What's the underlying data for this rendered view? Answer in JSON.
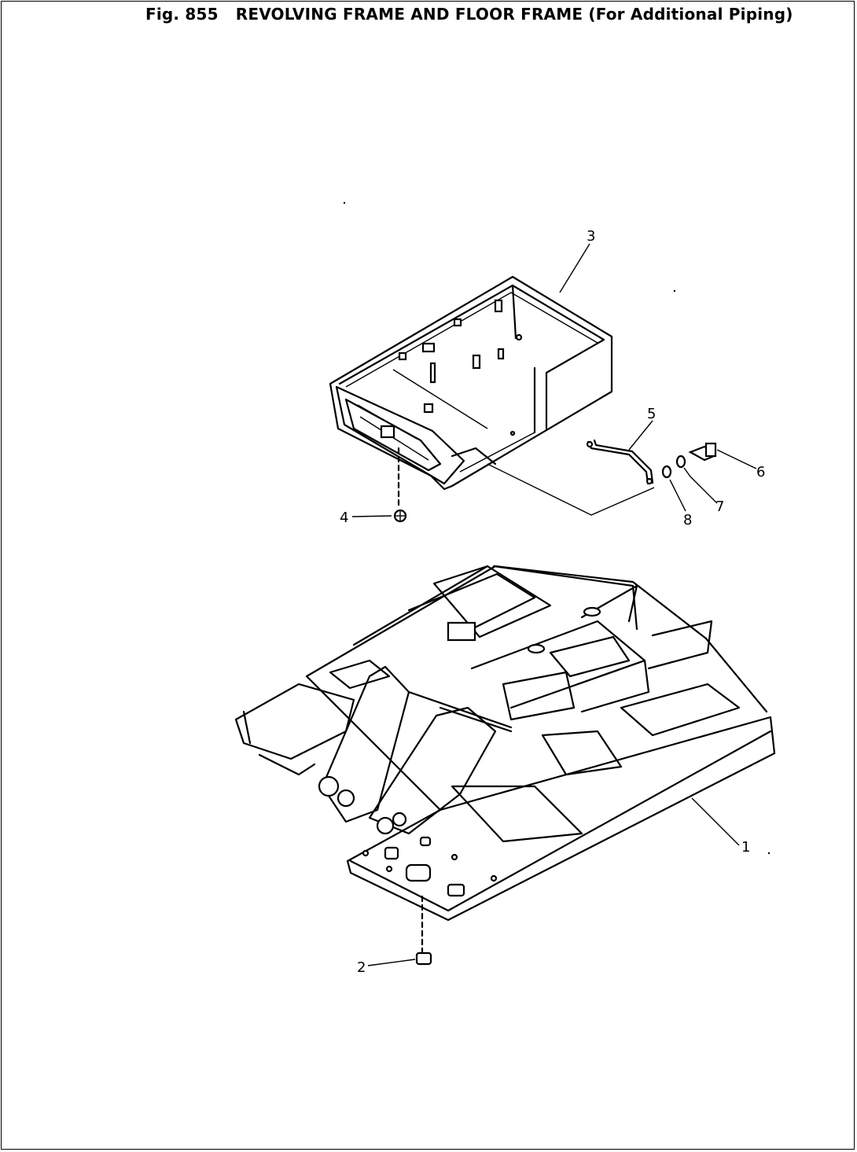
{
  "figure": {
    "number_label": "Fig. 855",
    "title": "REVOLVING FRAME AND FLOOR FRAME (For Additional Piping)"
  },
  "callouts": [
    "1",
    "2",
    "3",
    "4",
    "5",
    "6",
    "7",
    "8"
  ],
  "parts": {
    "revolving_frame": "1",
    "lower_fitting": "2",
    "floor_frame": "3",
    "nut": "4",
    "pipe_clamp": "5",
    "bolt": "6",
    "spring_washer": "7",
    "washer": "8"
  }
}
